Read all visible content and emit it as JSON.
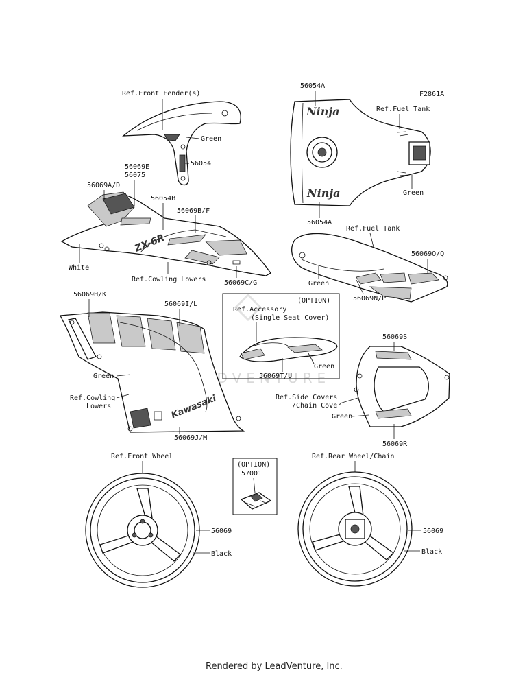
{
  "diagram_code": "F2861A",
  "footer": "Rendered by LeadVenture, Inc.",
  "watermark": "LEADVENTURE",
  "labels": {
    "ref_front_fender": "Ref.Front Fender(s)",
    "green_fender": "Green",
    "p56054": "56054",
    "p56054a_top": "56054A",
    "ref_fuel_tank_top": "Ref.Fuel Tank",
    "green_tank": "Green",
    "p56054a_bottom": "56054A",
    "p56069e": "56069E",
    "p56075": "56075",
    "p56069a_d": "56069A/D",
    "p56054b": "56054B",
    "p56069b_f": "56069B/F",
    "white": "White",
    "ref_cowling_lowers_upper": "Ref.Cowling Lowers",
    "p56069c_g": "56069C/G",
    "ref_fuel_tank_side": "Ref.Fuel Tank",
    "p56069o_q": "56069O/Q",
    "green_tank_side": "Green",
    "p56069n_p": "56069N/P",
    "p56069h_k": "56069H/K",
    "p56069i_l": "56069I/L",
    "option_1": "(OPTION)",
    "ref_accessory": "Ref.Accessory",
    "single_seat_cover": "(Single Seat Cover)",
    "green_seat_cover": "Green",
    "p56069t_u": "56069T/U",
    "green_cowl": "Green",
    "ref_cowling_lowers_line1": "Ref.Cowling",
    "ref_cowling_lowers_line2": "Lowers",
    "p56069j_m": "56069J/M",
    "p56069s": "56069S",
    "ref_side_covers_line1": "Ref.Side Covers",
    "ref_side_covers_line2": "/Chain Cover",
    "green_side": "Green",
    "p56069r": "56069R",
    "ref_front_wheel": "Ref.Front Wheel",
    "option_2": "(OPTION)",
    "p57001": "57001",
    "ref_rear_wheel": "Ref.Rear Wheel/Chain",
    "p56069_front_wheel": "56069",
    "black_front": "Black",
    "p56069_rear_wheel": "56069",
    "black_rear": "Black",
    "ninja_logo": "Ninja",
    "kawasaki_logo": "Kawasaki",
    "zx6r_logo": "ZX-6R"
  }
}
